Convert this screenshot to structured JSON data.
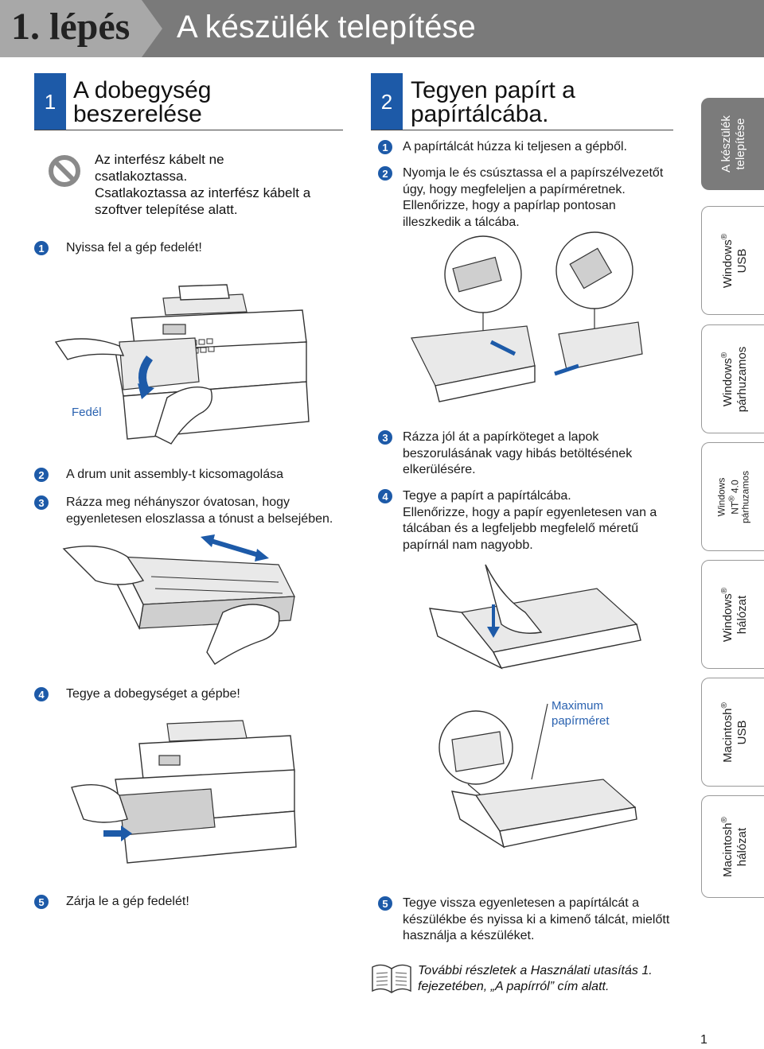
{
  "header": {
    "step": "1. lépés",
    "title": "A készülék telepítése"
  },
  "section1": {
    "number": "1",
    "title_line1": "A dobegység",
    "title_line2": "beszerelése",
    "warning": [
      "Az interfész kábelt ne",
      "csatlakoztassa.",
      "Csatlakoztassa az interfész kábelt a",
      "szoftver telepítése alatt."
    ],
    "steps": [
      {
        "n": "1",
        "text": "Nyissa fel a gép fedelét!"
      },
      {
        "n": "2",
        "text": "A drum unit assembly-t kicsomagolása"
      },
      {
        "n": "3",
        "lines": [
          "Rázza meg néhányszor óvatosan, hogy",
          "egyenletesen eloszlassa a tónust a belsejében."
        ]
      },
      {
        "n": "4",
        "text": "Tegye a dobegységet a gépbe!"
      },
      {
        "n": "5",
        "text": "Zárja le a gép fedelét!"
      }
    ],
    "cover_label": "Fedél"
  },
  "section2": {
    "number": "2",
    "title_line1": "Tegyen papírt a",
    "title_line2": "papírtálcába.",
    "steps": [
      {
        "n": "1",
        "text": "A papírtálcát húzza ki teljesen a gépből."
      },
      {
        "n": "2",
        "lines": [
          "Nyomja le és csúsztassa el a papírszélvezetőt",
          "úgy, hogy megfeleljen a papírméretnek.",
          "Ellenőrizze, hogy a papírlap pontosan",
          "illeszkedik a tálcába."
        ]
      },
      {
        "n": "3",
        "lines": [
          "Rázza jól át a papírköteget a lapok",
          "beszorulásának vagy hibás betöltésének",
          "elkerülésére."
        ]
      },
      {
        "n": "4",
        "lines": [
          "Tegye a papírt a papírtálcába.",
          "Ellenőrizze, hogy a papír egyenletesen van a",
          "tálcában és a legfeljebb megfelelő méretű",
          "papírnál nam nagyobb."
        ]
      },
      {
        "n": "5",
        "lines": [
          "Tegye vissza egyenletesen a papírtálcát a",
          "készülékbe és nyissa ki a kimenő tálcát, mielőtt",
          "használja a készüléket."
        ]
      }
    ],
    "max_label": [
      "Maximum",
      "papírméret"
    ],
    "note": [
      "További részletek a Használati utasítás 1.",
      "fejezetében, „A papírról” cím alatt."
    ]
  },
  "tabs": [
    {
      "line1": "A készülék",
      "line2": "telepítése",
      "active": true
    },
    {
      "line1": "Windows",
      "sup": "®",
      "line2": "USB"
    },
    {
      "line1": "Windows",
      "sup": "®",
      "line2": "párhuzamos"
    },
    {
      "line1": "Windows",
      "line2a": "NT",
      "sup": "®",
      "line2b": "4.0",
      "line3": "párhuzamos"
    },
    {
      "line1": "Windows",
      "sup": "®",
      "line2": "hálózat"
    },
    {
      "line1": "Macintosh",
      "sup": "®",
      "line2": "USB"
    },
    {
      "line1": "Macintosh",
      "sup": "®",
      "line2": "hálózat"
    }
  ],
  "page_number": "1",
  "colors": {
    "accent": "#1d5aa8",
    "header_dark": "#7a7a7a",
    "header_light": "#a8a8a8",
    "label_blue": "#2a62b0"
  },
  "icons": {
    "warning": "prohibited-icon",
    "note": "book-icon"
  }
}
